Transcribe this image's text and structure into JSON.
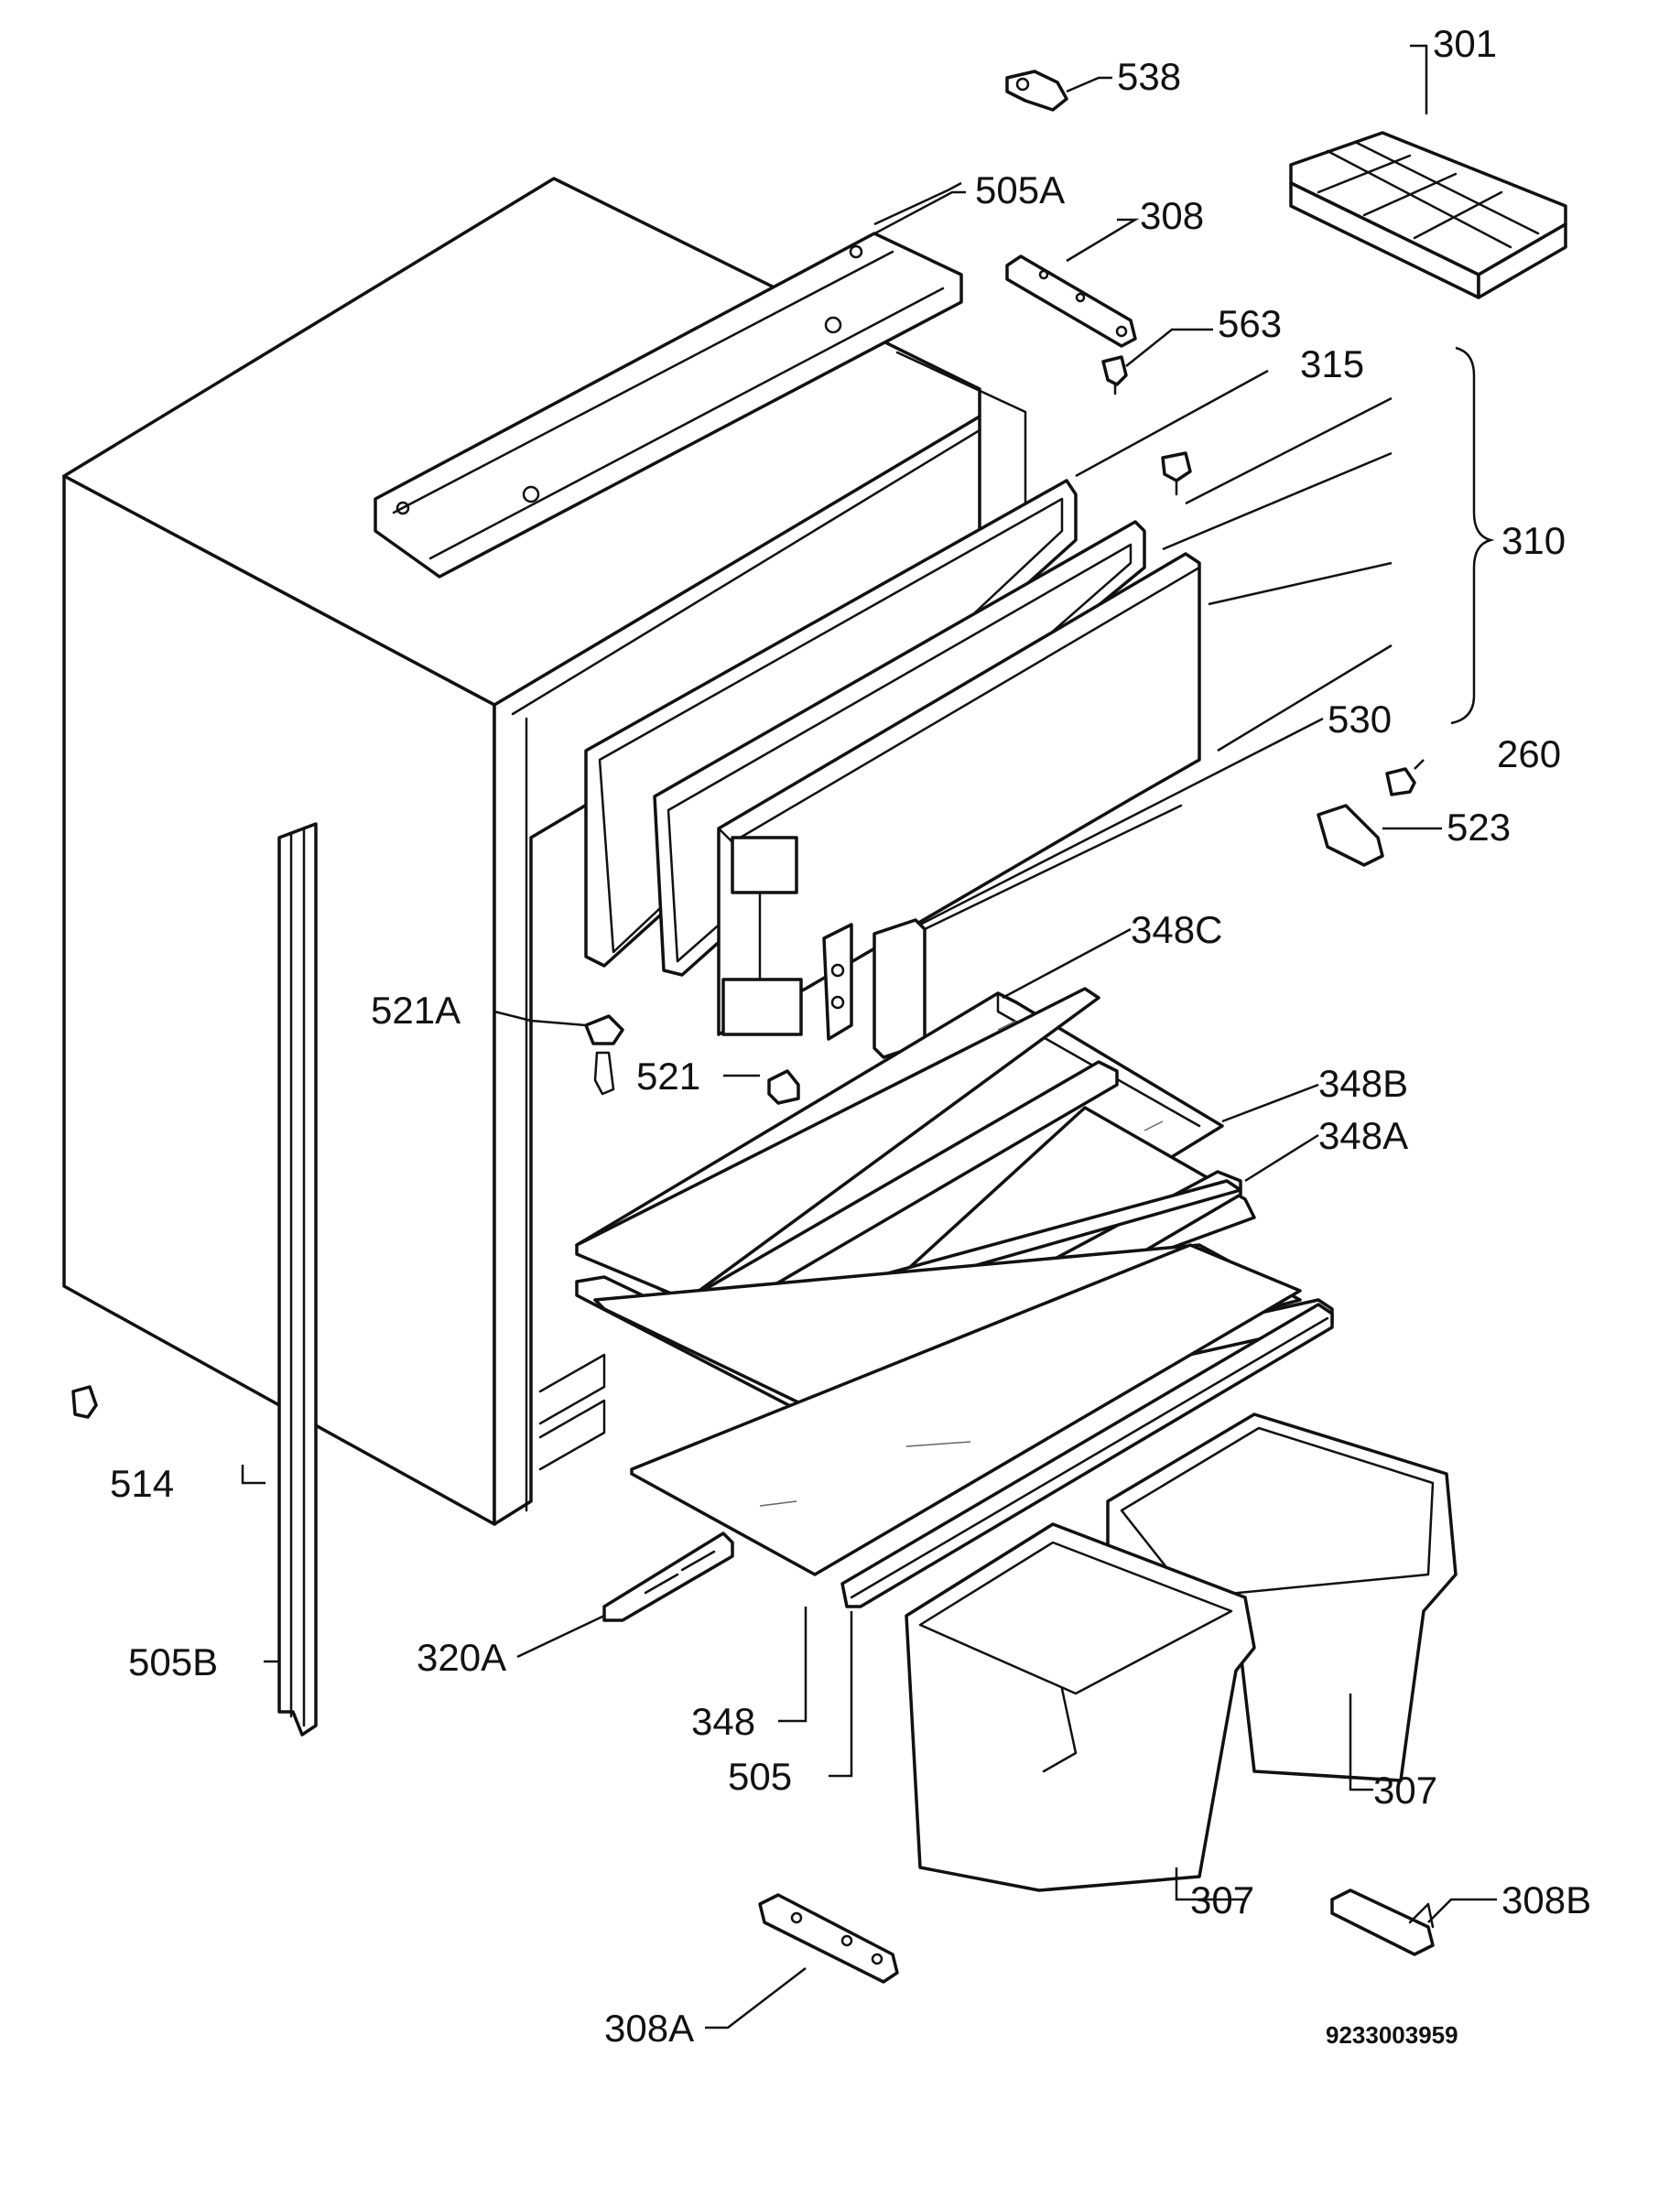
{
  "labels": {
    "l301": "301",
    "l538": "538",
    "l505A": "505A",
    "l308": "308",
    "l563": "563",
    "l315": "315",
    "l310": "310",
    "l530": "530",
    "l260": "260",
    "l523": "523",
    "l348C": "348C",
    "l521A": "521A",
    "l521": "521",
    "l348B": "348B",
    "l348A": "348A",
    "l514": "514",
    "l505B": "505B",
    "l320A": "320A",
    "l348": "348",
    "l505": "505",
    "l307a": "307",
    "l307b": "307",
    "l308B": "308B",
    "l308A": "308A"
  },
  "drawing_number": "9233003959"
}
